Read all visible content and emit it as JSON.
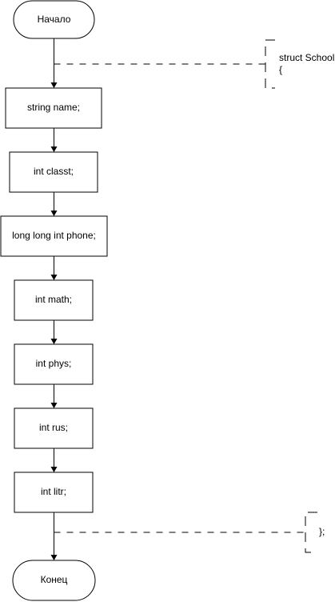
{
  "flowchart": {
    "start_label": "Начало",
    "end_label": "Конец",
    "steps": [
      "string name;",
      "int classt;",
      "long long int phone;",
      "int math;",
      "int phys;",
      "int rus;",
      "int litr;"
    ],
    "comment_open": {
      "line1": "struct School",
      "line2": "{"
    },
    "comment_close": {
      "line1": "};"
    }
  },
  "colors": {
    "stroke": "#000000",
    "fill": "#ffffff",
    "text": "#000000"
  }
}
